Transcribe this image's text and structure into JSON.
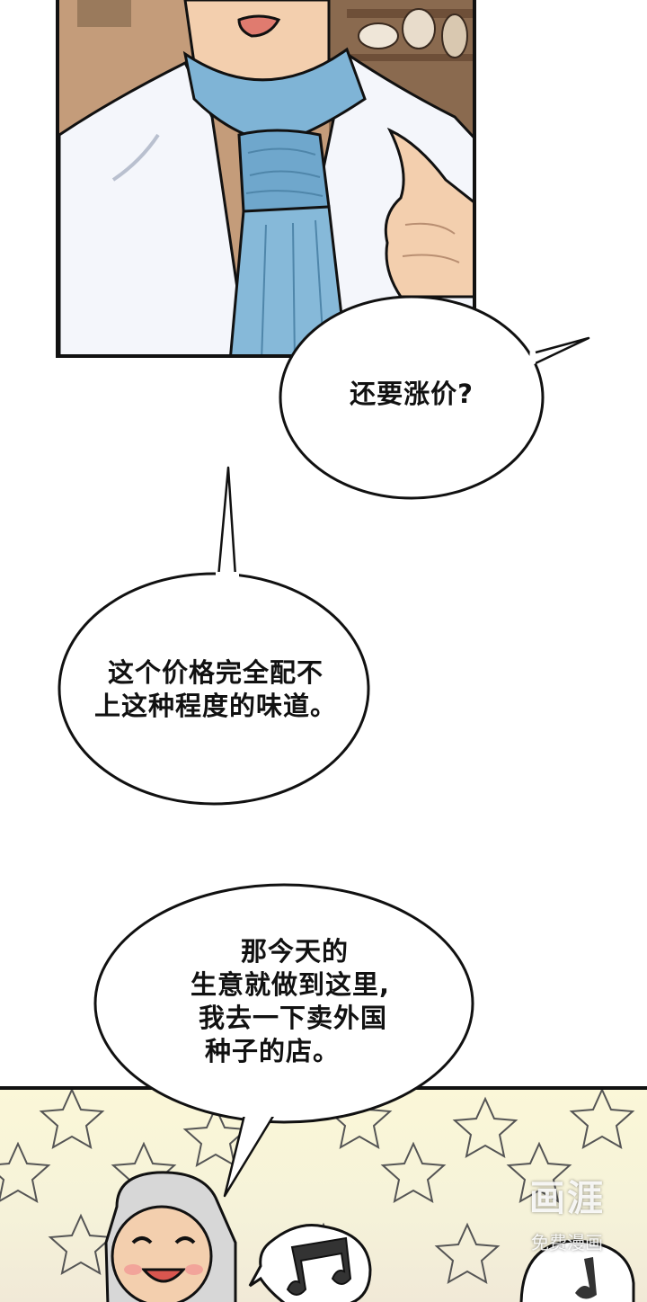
{
  "bubbles": {
    "b1": {
      "lines": [
        "还要涨价?"
      ]
    },
    "b2": {
      "lines": [
        "这个价格完全配不",
        "上这种程度的味道。"
      ]
    },
    "b3": {
      "lines": [
        "那今天的",
        "生意就做到这里,",
        "我去一下卖外国",
        "种子的店。"
      ]
    }
  },
  "watermark": {
    "logo": "画涯",
    "subtitle": "免费漫画"
  },
  "colors": {
    "outline": "#111111",
    "scarf": "#7fb4d6",
    "shirt": "#f4f6fb",
    "skin": "#f3cfae",
    "panel_bg_top": "#c29b7a",
    "panel_bg_bottom": "#fbf7d8"
  }
}
